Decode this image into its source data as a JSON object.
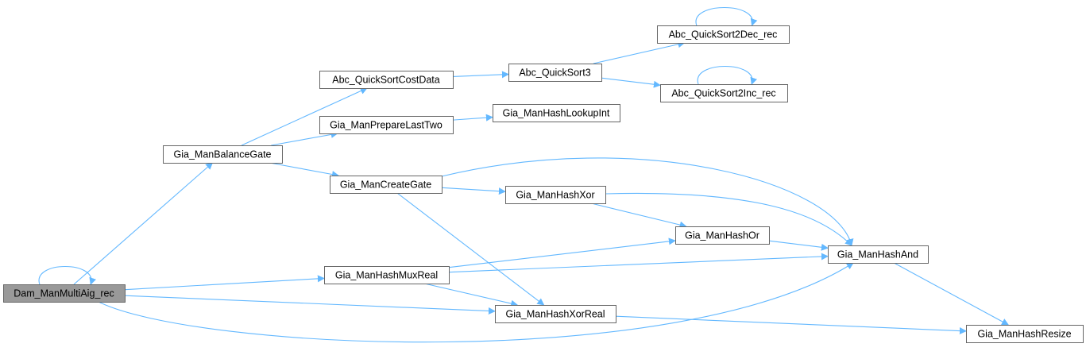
{
  "colors": {
    "edge": "#63b8ff",
    "border": "#666666",
    "root_fill": "#999999",
    "background": "#ffffff"
  },
  "nodes": [
    {
      "id": "dam",
      "label": "Dam_ManMultiAig_rec",
      "root": true
    },
    {
      "id": "balance",
      "label": "Gia_ManBalanceGate"
    },
    {
      "id": "qscd",
      "label": "Abc_QuickSortCostData"
    },
    {
      "id": "prep",
      "label": "Gia_ManPrepareLastTwo"
    },
    {
      "id": "create",
      "label": "Gia_ManCreateGate"
    },
    {
      "id": "muxreal",
      "label": "Gia_ManHashMuxReal"
    },
    {
      "id": "qs3",
      "label": "Abc_QuickSort3"
    },
    {
      "id": "lookup",
      "label": "Gia_ManHashLookupInt"
    },
    {
      "id": "hxor",
      "label": "Gia_ManHashXor"
    },
    {
      "id": "xorreal",
      "label": "Gia_ManHashXorReal"
    },
    {
      "id": "qs2dec",
      "label": "Abc_QuickSort2Dec_rec"
    },
    {
      "id": "qs2inc",
      "label": "Abc_QuickSort2Inc_rec"
    },
    {
      "id": "hor",
      "label": "Gia_ManHashOr"
    },
    {
      "id": "hand",
      "label": "Gia_ManHashAnd"
    },
    {
      "id": "resize",
      "label": "Gia_ManHashResize"
    }
  ],
  "edges": [
    [
      "dam",
      "dam"
    ],
    [
      "dam",
      "balance"
    ],
    [
      "dam",
      "muxreal"
    ],
    [
      "dam",
      "xorreal"
    ],
    [
      "dam",
      "hand"
    ],
    [
      "balance",
      "qscd"
    ],
    [
      "balance",
      "prep"
    ],
    [
      "balance",
      "create"
    ],
    [
      "qscd",
      "qs3"
    ],
    [
      "qs3",
      "qs2dec"
    ],
    [
      "qs3",
      "qs2inc"
    ],
    [
      "qs2dec",
      "qs2dec"
    ],
    [
      "qs2inc",
      "qs2inc"
    ],
    [
      "prep",
      "lookup"
    ],
    [
      "create",
      "hxor"
    ],
    [
      "create",
      "xorreal"
    ],
    [
      "create",
      "hand"
    ],
    [
      "hxor",
      "hor"
    ],
    [
      "hxor",
      "hand"
    ],
    [
      "muxreal",
      "hor"
    ],
    [
      "muxreal",
      "hand"
    ],
    [
      "muxreal",
      "xorreal"
    ],
    [
      "hor",
      "hand"
    ],
    [
      "hand",
      "resize"
    ],
    [
      "xorreal",
      "resize"
    ]
  ]
}
